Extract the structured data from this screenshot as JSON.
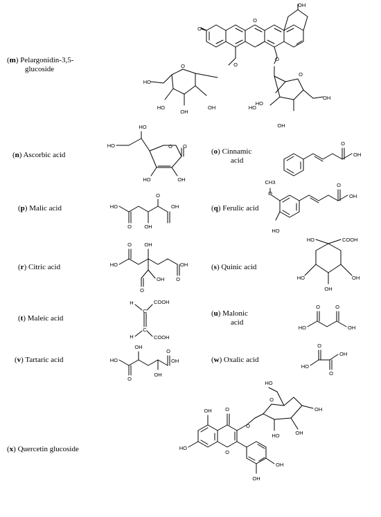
{
  "compounds": [
    {
      "letter": "m",
      "name": "Pelargonidin-3,5-",
      "name2": "glucoside"
    },
    {
      "letter": "n",
      "name": "Ascorbic acid"
    },
    {
      "letter": "o",
      "name": "Cinnamic",
      "name2": "acid"
    },
    {
      "letter": "p",
      "name": "Malic acid"
    },
    {
      "letter": "q",
      "name": "Ferulic acid"
    },
    {
      "letter": "r",
      "name": "Citric acid"
    },
    {
      "letter": "s",
      "name": "Quinic acid"
    },
    {
      "letter": "t",
      "name": "Maleic acid"
    },
    {
      "letter": "u",
      "name": "Malonic",
      "name2": "acid"
    },
    {
      "letter": "v",
      "name": "Tartaric acid"
    },
    {
      "letter": "w",
      "name": "Oxalic acid"
    },
    {
      "letter": "x",
      "name": "Quercetin glucoside"
    }
  ],
  "atoms": {
    "oh": "OH",
    "ho": "HO",
    "o": "O",
    "cooh": "COOH",
    "h": "H",
    "c": "C",
    "ch3": "CH3"
  }
}
